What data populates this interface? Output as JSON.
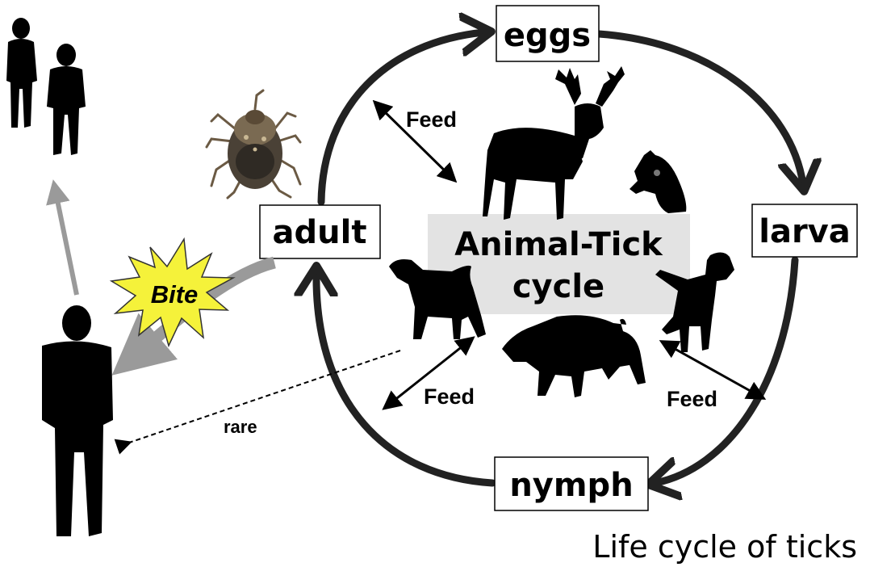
{
  "stages": {
    "eggs": "eggs",
    "larva": "larva",
    "nymph": "nymph",
    "adult": "adult"
  },
  "center": {
    "line1": "Animal-Tick",
    "line2": "cycle"
  },
  "feed_label": "Feed",
  "bite_label": "Bite",
  "rare_label": "rare",
  "caption": "Life cycle of ticks",
  "colors": {
    "cycle_arrow": "#222222",
    "center_bg": "#e3e3e3",
    "bite_star": "#f5f23a",
    "human_arrow": "#9a9a9a",
    "tick_body": "#4a4136"
  },
  "icons": [
    "human-silhouette",
    "tick-photo",
    "deer-silhouette",
    "cat-silhouette",
    "dog-silhouette",
    "boar-silhouette",
    "bite-burst"
  ]
}
